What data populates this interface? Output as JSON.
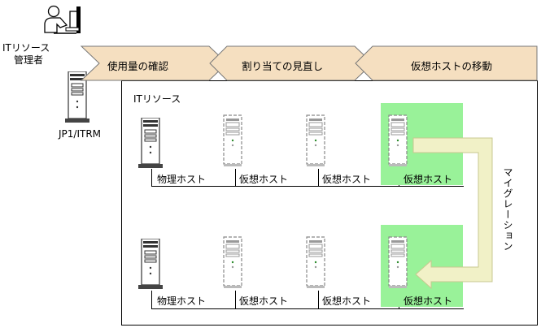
{
  "admin": {
    "label_line1": "ITリソース",
    "label_line2": "管理者",
    "icon": "person-at-desk-icon"
  },
  "server_product": {
    "label": "JP1/ITRM",
    "icon": "server-tower-icon"
  },
  "process_steps": [
    {
      "label": "使用量の確認"
    },
    {
      "label": "割り当ての見直し"
    },
    {
      "label": "仮想ホストの移動"
    }
  ],
  "resource_area": {
    "title": "ITリソース"
  },
  "rows": [
    {
      "hosts": [
        {
          "label": "物理ホスト",
          "kind": "physical"
        },
        {
          "label": "仮想ホスト",
          "kind": "virtual"
        },
        {
          "label": "仮想ホスト",
          "kind": "virtual"
        },
        {
          "label": "仮想ホスト",
          "kind": "virtual",
          "highlighted": true
        }
      ]
    },
    {
      "hosts": [
        {
          "label": "物理ホスト",
          "kind": "physical"
        },
        {
          "label": "仮想ホスト",
          "kind": "virtual"
        },
        {
          "label": "仮想ホスト",
          "kind": "virtual"
        },
        {
          "label": "仮想ホスト",
          "kind": "virtual",
          "highlighted": true
        }
      ]
    }
  ],
  "migration": {
    "label": "マイグレーション"
  },
  "colors": {
    "process_fill": "#f5dfc0",
    "highlight_fill": "#99f299",
    "migration_arrow": "#f1f1c7",
    "migration_arrow_stroke": "#c8c890"
  }
}
